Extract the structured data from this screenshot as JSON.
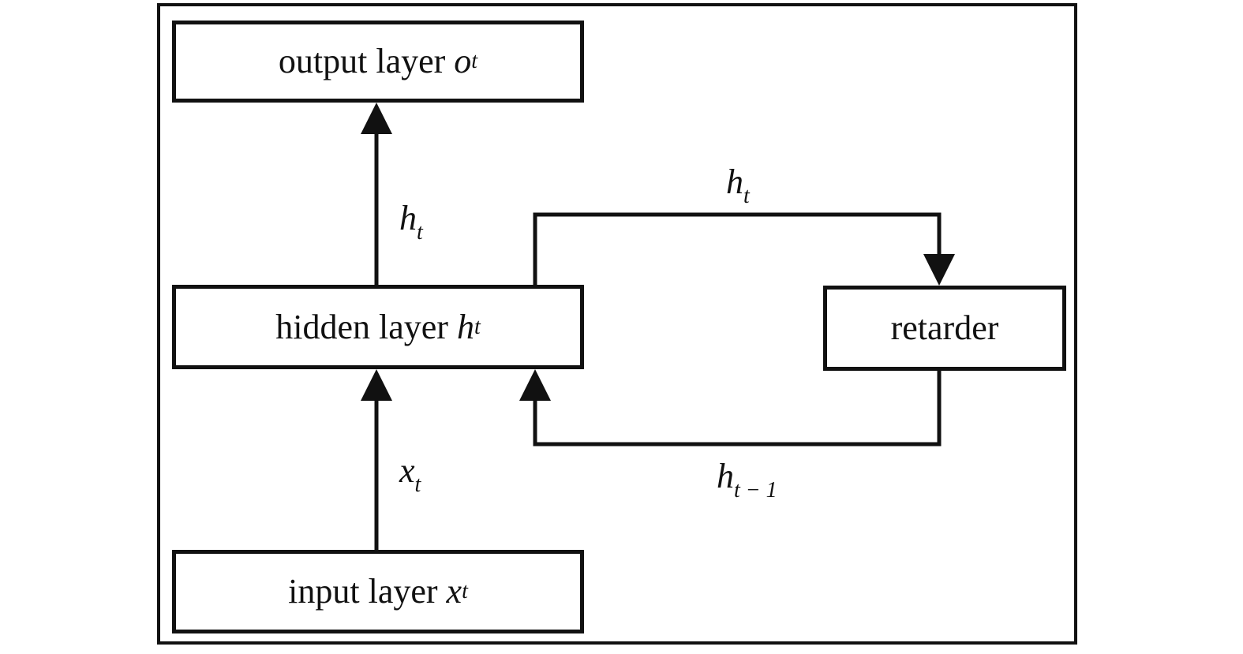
{
  "boxes": {
    "output": {
      "text": "output layer ",
      "symbol": "o",
      "subscript": "t"
    },
    "hidden": {
      "text": "hidden layer ",
      "symbol": "h",
      "subscript": "t"
    },
    "retarder": {
      "text": "retarder"
    },
    "input": {
      "text": "input layer ",
      "symbol": "x",
      "subscript": "t"
    }
  },
  "labels": {
    "hidden_to_output": {
      "symbol": "h",
      "subscript": "t"
    },
    "hidden_to_retarder": {
      "symbol": "h",
      "subscript": "t"
    },
    "input_to_hidden": {
      "symbol": "x",
      "subscript": "t"
    },
    "retarder_to_hidden": {
      "symbol": "h",
      "subscript": "t − 1"
    }
  },
  "colors": {
    "stroke": "#111111",
    "background": "#ffffff"
  }
}
